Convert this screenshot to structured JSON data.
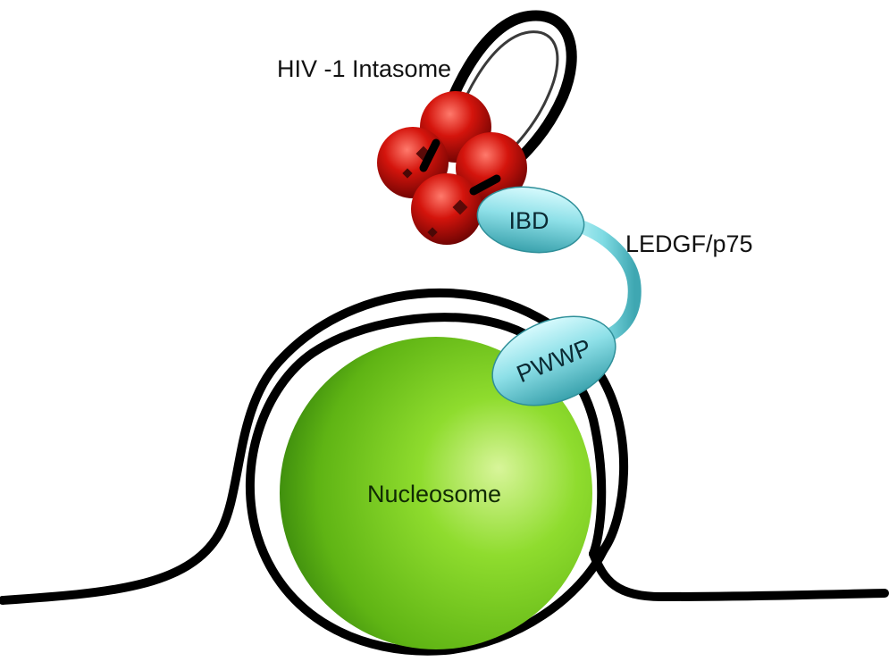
{
  "labels": {
    "intasome": "HIV -1 Intasome",
    "ledgf": "LEDGF/p75",
    "ibd": "IBD",
    "pwwp": "PWWP",
    "nucleosome": "Nucleosome"
  },
  "colors": {
    "dna": "#000000",
    "nucleosome_light": "#d8f59a",
    "nucleosome_mid": "#6cc61c",
    "nucleosome_dark": "#2f7d0c",
    "integrase_light": "#ff6a5e",
    "integrase_mid": "#d8150c",
    "integrase_dark": "#7a0504",
    "ledgf_light": "#cdf7fb",
    "ledgf_mid": "#7fdbe3",
    "ledgf_dark": "#3aa6b1",
    "background": "#ffffff"
  }
}
